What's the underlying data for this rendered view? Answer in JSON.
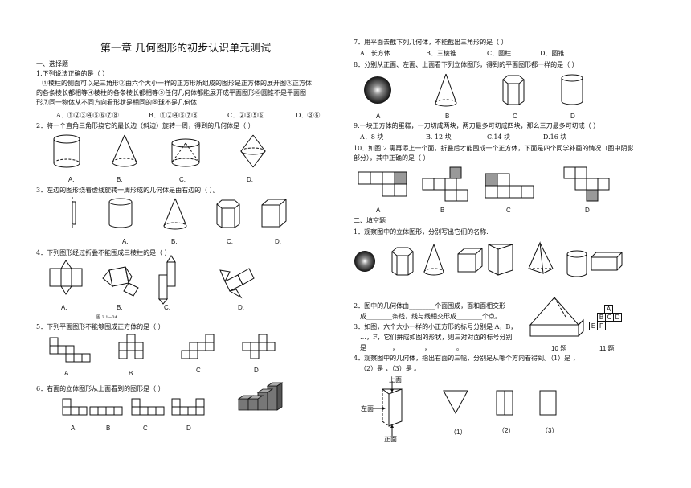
{
  "title": "第一章  几何图形的初步认识单元测试",
  "left": {
    "section1": "一、选择题",
    "q1": {
      "stem": "1.下列说法正确的是（        ）",
      "line1": "①棱柱的侧面可以是三角形②由六个大小一样的正方形所组成的图形是正方体的展开图③正方体",
      "line2": "的各条棱长都相等④棱柱的各条棱长都相等⑤任何几何体都能展开成平面图形⑥圆锥不是平面图",
      "line3": "形⑦同一物体从不同方向看形状是相同的⑧球不是几何体",
      "opts": [
        "A．①②③④⑤⑥⑦⑧",
        "B．①②④⑤⑦⑧",
        "C．②③⑤⑥",
        "D．③⑥"
      ]
    },
    "q2": {
      "stem": "2．将一个直角三角形绕它的最长边（斜边）旋转一周，得到的几何体是（        ）",
      "labels": [
        "A.",
        "B.",
        "C.",
        "D."
      ]
    },
    "q3": {
      "stem": "3．左边的图形绕着虚线旋转一周形成的几何体是由右边的（     ）。",
      "labels": [
        "A.",
        "B.",
        "C.",
        "D."
      ]
    },
    "q4": {
      "stem": "4．下列图形经过折叠不能围成三棱柱的是（        ）",
      "labels": [
        "A.",
        "B.",
        "C.",
        "D."
      ],
      "figure_caption": "图 3.1－34"
    },
    "q5": {
      "stem": "5．下列平面图形不能够围成正方体的是（        ）",
      "labels": [
        "A",
        "B",
        "C",
        "D"
      ]
    },
    "q6": {
      "stem": "6．右面的立体图形从上面看到的图形是（        ）",
      "labels": [
        "A",
        "B",
        "C",
        "D"
      ]
    }
  },
  "right": {
    "q7": {
      "stem": "7．用平面去截下列几何体，不能截出三角形的是（        ）",
      "opts": [
        "A．长方体",
        "B．三棱锥",
        "C．圆柱",
        "D．圆锥"
      ]
    },
    "q8": {
      "stem": "8．分别从正面、左面、上面看下列立体图形，得到的平面图形都一样的是（              ）",
      "labels": [
        "A",
        "B",
        "C",
        "D"
      ]
    },
    "q9": {
      "stem": "9.一块正方体的蛋糕，一刀切成两块，两刀最多可切成四块，那么三刀最多可切成（    ）",
      "opts": [
        "A．8 块",
        "B. 12 块",
        "C.14 块",
        "D.16 块"
      ]
    },
    "q10": {
      "stem": "10．如图 2 需再添上一个面，折叠后才能围成一个正方体，下面是四个同学补画的情况（图中阴影",
      "stem2": "部分），其中正确的是（          ）",
      "labels": [
        "A",
        "B",
        "C",
        "D"
      ]
    },
    "section2": "二、填空题",
    "f1": "1．观察图中的立体图形，分别写出它们的名称.",
    "f2": {
      "line1": "2．图中的几何体由________个面围成，面和面相交形",
      "line2": "成________条线，线与线相交形成________个点。"
    },
    "f3": {
      "line1": "3．如图，六个大小一样的小正方形的标号分别是 A，B，",
      "line2": "…，F，它们拼成如图的形状，则三对对面的标号分别",
      "line3": "是________，________，________。"
    },
    "fig_labels": {
      "fig10": "10 题",
      "fig11": "11 题",
      "letters": [
        "A",
        "B",
        "C",
        "D",
        "E",
        "F"
      ]
    },
    "f4": {
      "line1": "4．观察图中的几何体，指出右面的三幅，分别是从哪个方向看得到。（1）是              ，",
      "line2": "（2）是              ，（3）是              。"
    },
    "f4_fig": {
      "top": "上面",
      "left": "左面",
      "front": "正面",
      "views": [
        "（1）",
        "（2）",
        "（3）"
      ]
    }
  }
}
